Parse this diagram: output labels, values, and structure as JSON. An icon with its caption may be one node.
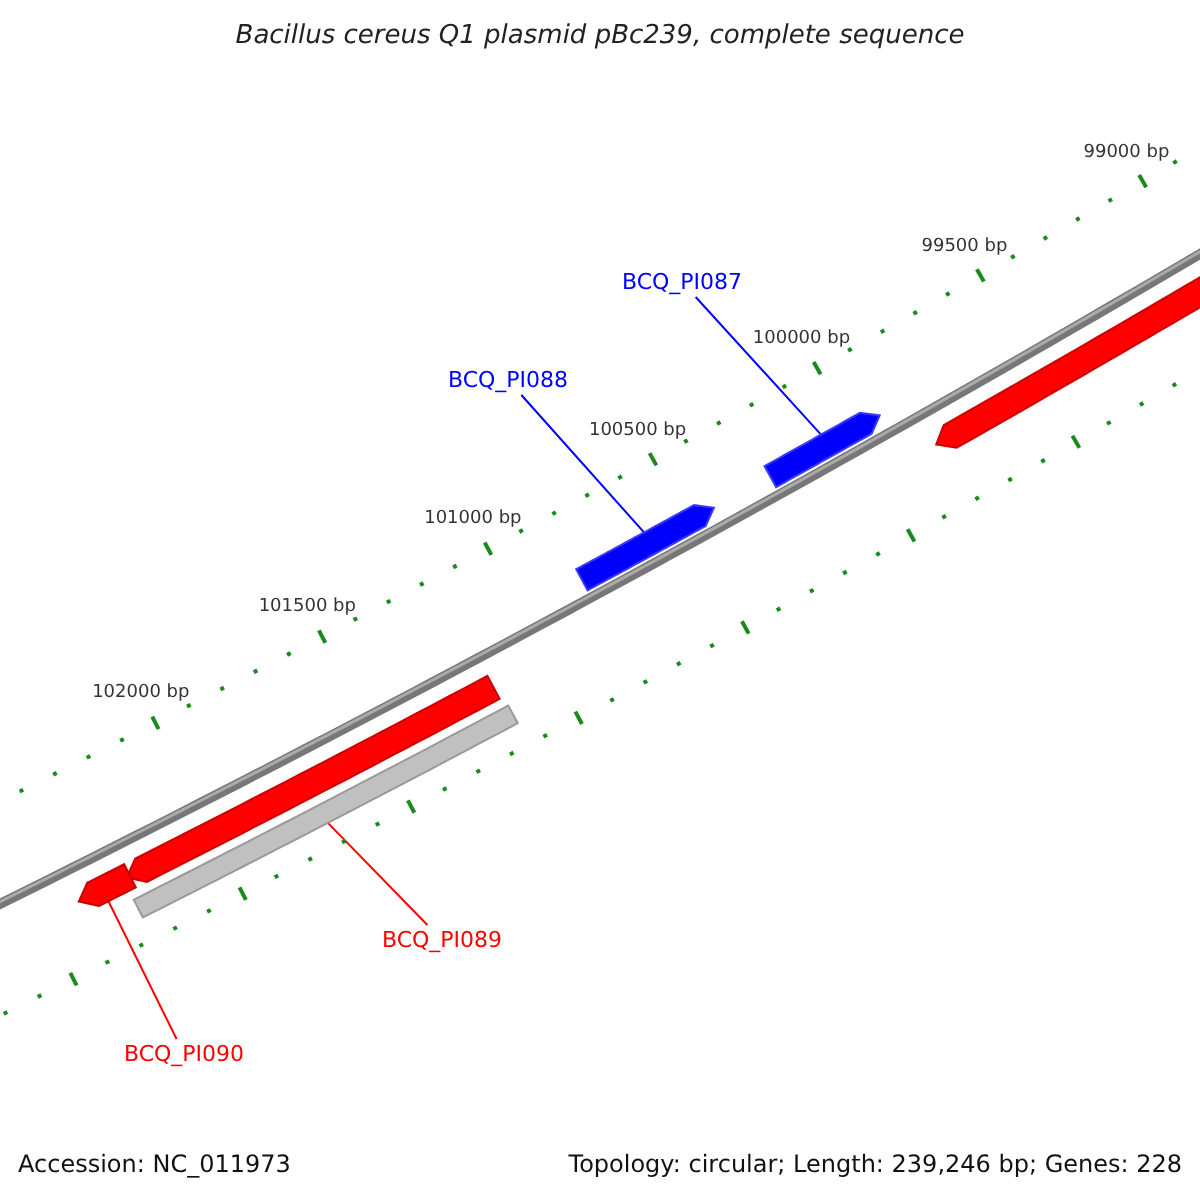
{
  "diagram": {
    "title": "Bacillus cereus Q1 plasmid pBc239, complete sequence",
    "nodes": [
      {
        "text": [
          "BCQ_PI087"
        ]
      },
      {
        "text": [],
        "shape": "bar"
      },
      {
        "text": [],
        "shape": "bar"
      },
      {
        "text": [
          "BCQ_PI088"
        ]
      },
      {
        "text": [],
        "shape": "bar"
      },
      {
        "text": [],
        "shape": "bar"
      },
      {
        "text": [],
        "shape": "bar"
      },
      {
        "text": [],
        "shape": "bar"
      },
      {
        "text": [
          "BCQ_PI089"
        ]
      },
      {
        "text": [
          "BCQ_PI090"
        ]
      }
    ],
    "edges": [
      {
        "from": 0,
        "to": 1,
        "arrow": "none",
        "color": "#0000ff"
      },
      {
        "from": 3,
        "to": 4,
        "arrow": "none",
        "color": "#0000ff"
      },
      {
        "from": 8,
        "to": 6,
        "arrow": "none",
        "color": "#ff0000"
      },
      {
        "from": 9,
        "to": 7,
        "arrow": "none",
        "color": "#ff0000"
      }
    ],
    "labels": [
      "99000 bp",
      "99500 bp",
      "100000 bp",
      "100500 bp",
      "101000 bp",
      "101500 bp",
      "102000 bp",
      "Accession: NC_011973",
      "Topology: circular; Length: 239,246 bp; Genes: 228"
    ]
  }
}
